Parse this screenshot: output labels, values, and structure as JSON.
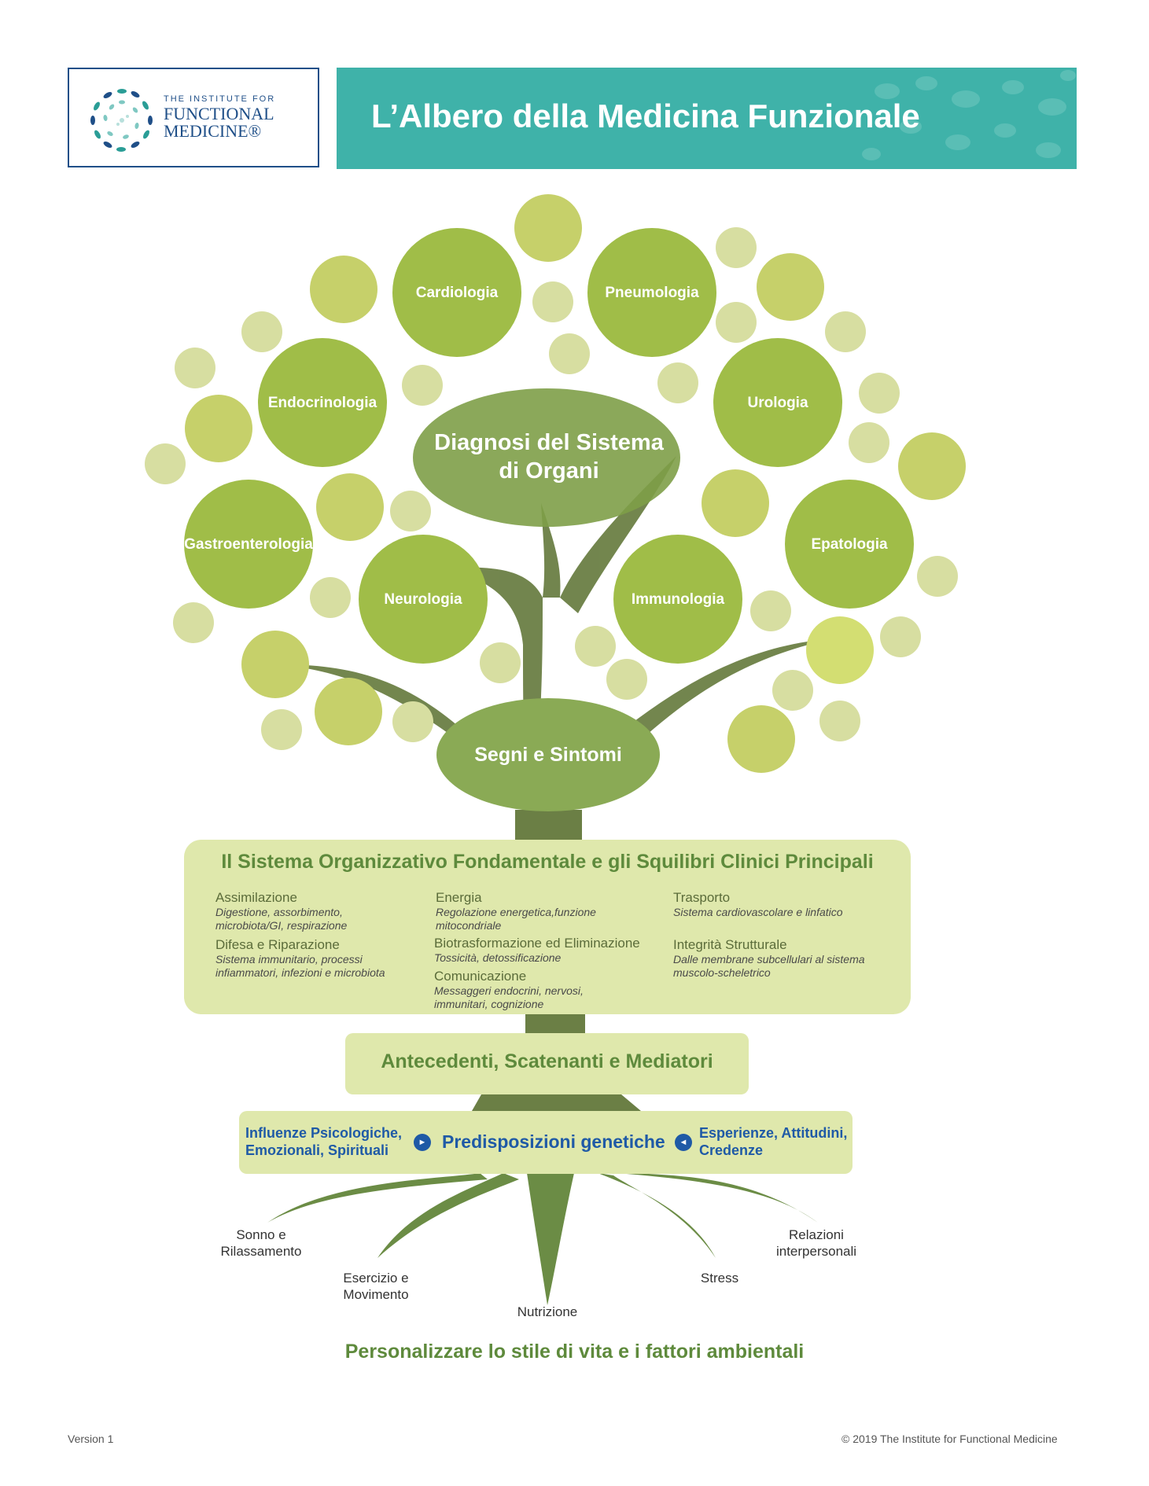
{
  "logo": {
    "small_text": "THE INSTITUTE FOR",
    "big_text": "FUNCTIONAL\nMEDICINE®",
    "icon": "swirl-dots-logo-icon"
  },
  "header": {
    "title": "L’Albero della Medicina Funzionale"
  },
  "canopy": {
    "top_label": "Diagnosi del Sistema\ndi Organi",
    "signs_label": "Segni e Sintomi",
    "specialties": [
      "Cardiologia",
      "Pneumologia",
      "Endocrinologia",
      "Urologia",
      "Gastroenterologia",
      "Epatologia",
      "Neurologia",
      "Immunologia"
    ]
  },
  "core": {
    "title": "Il Sistema Organizzativo Fondamentale e gli Squilibri Clinici Principali",
    "items": [
      {
        "label": "Assimilazione",
        "desc": "Digestione, assorbimento,\nmicrobiota/GI, respirazione"
      },
      {
        "label": "Difesa e Riparazione",
        "desc": "Sistema immunitario, processi\ninfiammatori, infezioni e microbiota"
      },
      {
        "label": "Energia",
        "desc": "Regolazione energetica,funzione\nmitocondriale"
      },
      {
        "label": "Biotrasformazione ed Eliminazione",
        "desc": "Tossicità, detossificazione"
      },
      {
        "label": "Comunicazione",
        "desc": "Messaggeri endocrini, nervosi,\nimmunitari, cognizione"
      },
      {
        "label": "Trasporto",
        "desc": "Sistema cardiovascolare e linfatico"
      },
      {
        "label": "Integrità Strutturale",
        "desc": "Dalle membrane subcellulari al sistema\nmuscolo-scheletrico"
      }
    ]
  },
  "antecedents": {
    "label": "Antecedenti, Scatenanti e Mediatori"
  },
  "predispositions": {
    "left": "Influenze Psicologiche,\nEmozionali, Spirituali",
    "center": "Predisposizioni genetiche",
    "right": "Esperienze, Attitudini,\nCredenze",
    "left_arrow": "►",
    "right_arrow": "◄"
  },
  "roots": [
    "Sonno e\nRilassamento",
    "Esercizio e\nMovimento",
    "Nutrizione",
    "Stress",
    "Relazioni\ninterpersonali"
  ],
  "footer": {
    "tagline": "Personalizzare lo stile di vita e i fattori ambientali",
    "version": "Version 1",
    "copyright": "© 2019 The Institute for Functional Medicine"
  },
  "colors": {
    "teal": "#3fb2a9",
    "dark_green": "#6b8c45",
    "trunk": "#6b7f45",
    "medium_green": "#a0bd48",
    "light_green": "#c6d06a",
    "pale_green": "#d7dea1",
    "box_green": "#dfe8ac",
    "blue": "#1f5aa6"
  }
}
